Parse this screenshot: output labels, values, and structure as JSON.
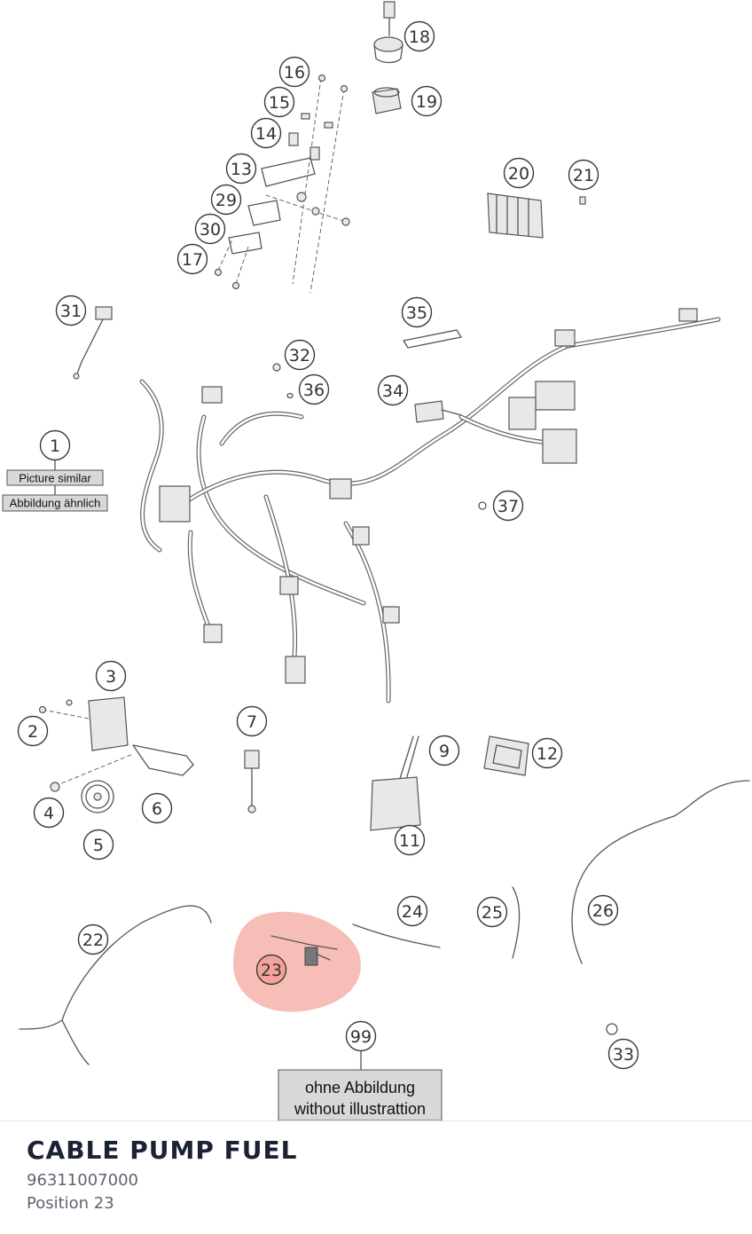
{
  "diagram": {
    "callouts": [
      {
        "id": "18",
        "label": "18"
      },
      {
        "id": "16",
        "label": "16"
      },
      {
        "id": "15",
        "label": "15"
      },
      {
        "id": "19",
        "label": "19"
      },
      {
        "id": "14",
        "label": "14"
      },
      {
        "id": "13",
        "label": "13"
      },
      {
        "id": "20",
        "label": "20"
      },
      {
        "id": "21",
        "label": "21"
      },
      {
        "id": "29",
        "label": "29"
      },
      {
        "id": "30",
        "label": "30"
      },
      {
        "id": "17",
        "label": "17"
      },
      {
        "id": "31",
        "label": "31"
      },
      {
        "id": "35",
        "label": "35"
      },
      {
        "id": "32",
        "label": "32"
      },
      {
        "id": "36",
        "label": "36"
      },
      {
        "id": "34",
        "label": "34"
      },
      {
        "id": "1",
        "label": "1"
      },
      {
        "id": "37",
        "label": "37"
      },
      {
        "id": "3",
        "label": "3"
      },
      {
        "id": "2",
        "label": "2"
      },
      {
        "id": "7",
        "label": "7"
      },
      {
        "id": "9",
        "label": "9"
      },
      {
        "id": "12",
        "label": "12"
      },
      {
        "id": "4",
        "label": "4"
      },
      {
        "id": "6",
        "label": "6"
      },
      {
        "id": "5",
        "label": "5"
      },
      {
        "id": "11",
        "label": "11"
      },
      {
        "id": "24",
        "label": "24"
      },
      {
        "id": "25",
        "label": "25"
      },
      {
        "id": "26",
        "label": "26"
      },
      {
        "id": "22",
        "label": "22"
      },
      {
        "id": "23",
        "label": "23"
      },
      {
        "id": "99",
        "label": "99"
      },
      {
        "id": "33",
        "label": "33"
      }
    ],
    "note_1": {
      "line1": "Picture similar",
      "line2": "Abbildung ähnlich"
    },
    "note_99": {
      "line1": "ohne Abbildung",
      "line2": "without illustrattion"
    },
    "highlighted_position": "23",
    "highlight_color": "#f3a39a"
  },
  "part": {
    "name": "CABLE PUMP FUEL",
    "number": "96311007000",
    "position": "Position 23"
  }
}
